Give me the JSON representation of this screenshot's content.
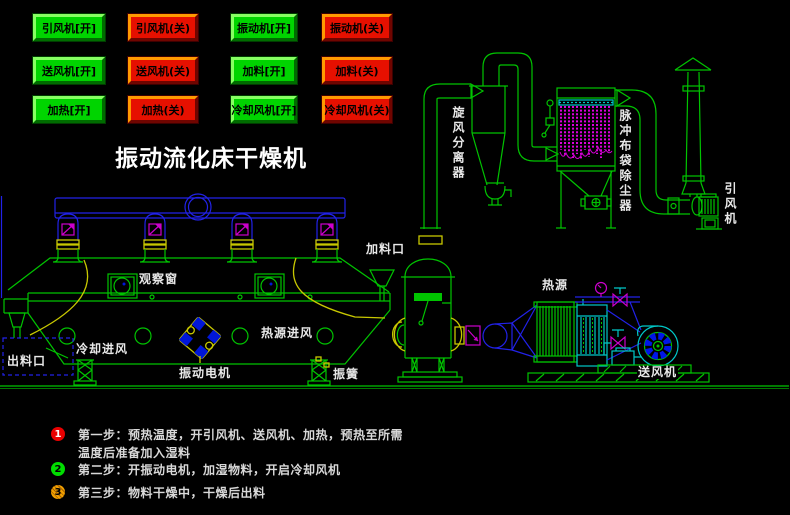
{
  "title": "振动流化床干燥机",
  "control_panel": {
    "on_color": "#00d400",
    "off_color": "#e61000",
    "buttons": [
      {
        "id": "induced-fan-on",
        "label": "引风机[开]",
        "state": "on"
      },
      {
        "id": "induced-fan-off",
        "label": "引风机(关)",
        "state": "off"
      },
      {
        "id": "vibrator-on",
        "label": "振动机[开]",
        "state": "on"
      },
      {
        "id": "vibrator-off",
        "label": "振动机(关)",
        "state": "off"
      },
      {
        "id": "blower-on",
        "label": "送风机[开]",
        "state": "on"
      },
      {
        "id": "blower-off",
        "label": "送风机(关)",
        "state": "off"
      },
      {
        "id": "feed-on",
        "label": "加料[开]",
        "state": "on"
      },
      {
        "id": "feed-off",
        "label": "加料(关)",
        "state": "off"
      },
      {
        "id": "heat-on",
        "label": "加热[开]",
        "state": "on"
      },
      {
        "id": "heat-off",
        "label": "加热(关)",
        "state": "off"
      },
      {
        "id": "cooling-fan-on",
        "label": "冷却风机[开]",
        "state": "on"
      },
      {
        "id": "cooling-fan-off",
        "label": "冷却风机(关)",
        "state": "off"
      }
    ]
  },
  "diagram": {
    "labels": {
      "cyclone": "旋风分离器",
      "baghouse": "脉冲布袋除尘器",
      "induced_fan": "引风机",
      "feed_port": "加料口",
      "observation_window": "观察窗",
      "cooling_air_inlet": "冷却进风",
      "heat_air_inlet": "热源进风",
      "vibration_motor": "振动电机",
      "discharge_port": "出料口",
      "vibration_spring": "振簧",
      "heat_source": "热源",
      "blower_fan": "送风机"
    },
    "line_colors": {
      "green": "#00c400",
      "blue": "#2222e8",
      "yellow": "#c8c800",
      "magenta": "#cc00cc",
      "cyan": "#00c8c8"
    }
  },
  "steps": [
    {
      "num": "1",
      "bullet_color": "#e80000",
      "text": "第一步：预热温度，开引风机、送风机、加热，预热至所需",
      "text2": "温度后准备加入湿料"
    },
    {
      "num": "2",
      "bullet_color": "#00dd00",
      "text": "第二步：开振动电机，加湿物料，开启冷却风机"
    },
    {
      "num": "3",
      "bullet_color": "#f0a000",
      "text": "第三步：物料干燥中，干燥后出料"
    }
  ]
}
